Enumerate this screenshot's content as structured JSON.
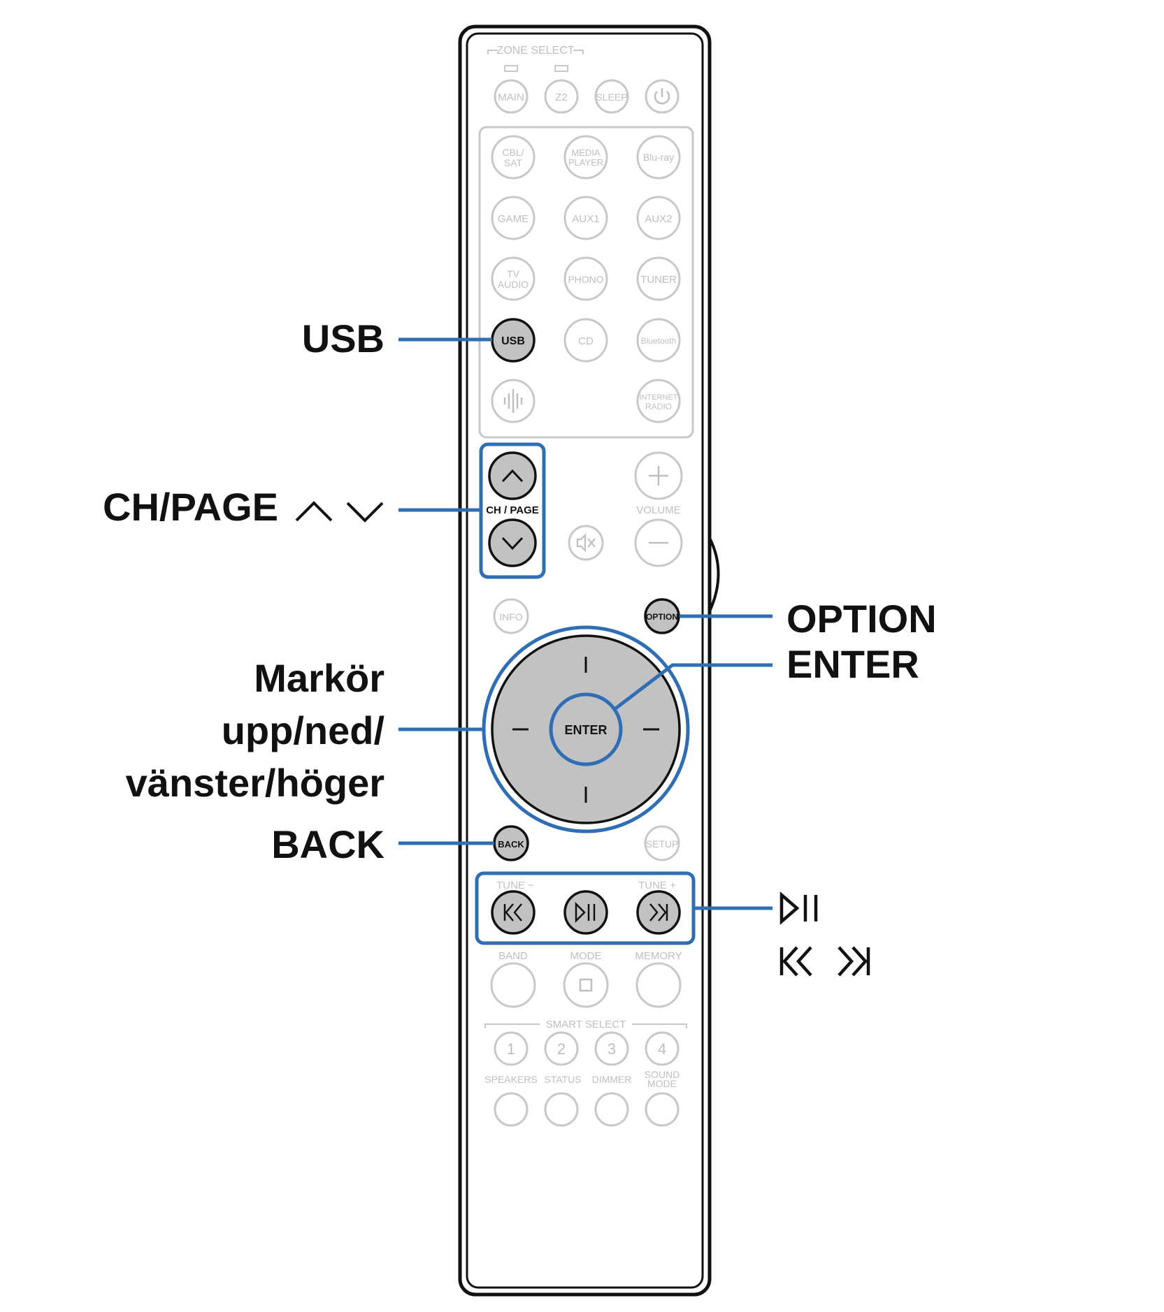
{
  "callouts": {
    "usb": "USB",
    "ch_page": "CH/PAGE",
    "option": "OPTION",
    "enter": "ENTER",
    "cursor_line1": "Markör",
    "cursor_line2": "upp/ned/",
    "cursor_line3": "vänster/höger",
    "back": "BACK"
  },
  "remote": {
    "zone_select": "ZONE SELECT",
    "top_row": [
      "MAIN",
      "Z2",
      "SLEEP"
    ],
    "power_icon": "power-icon",
    "source_rows": [
      [
        [
          "CBL/",
          "SAT"
        ],
        [
          "MEDIA",
          "PLAYER"
        ],
        [
          "Blu-ray"
        ]
      ],
      [
        [
          "GAME"
        ],
        [
          "AUX1"
        ],
        [
          "AUX2"
        ]
      ],
      [
        [
          "TV",
          "AUDIO"
        ],
        [
          "PHONO"
        ],
        [
          "TUNER"
        ]
      ],
      [
        [
          "USB"
        ],
        [
          "CD"
        ],
        [
          "Bluetooth"
        ]
      ],
      [
        [],
        [
          "INTERNET",
          "RADIO"
        ]
      ]
    ],
    "heos_icon": "heos-icon",
    "ch_page_label": "CH / PAGE",
    "volume_label": "VOLUME",
    "mute_icon": "mute-icon",
    "info": "INFO",
    "option": "OPTION",
    "enter": "ENTER",
    "back": "BACK",
    "setup": "SETUP",
    "tune_minus": "TUNE −",
    "tune_plus": "TUNE +",
    "band": "BAND",
    "mode": "MODE",
    "memory": "MEMORY",
    "smart_select": "SMART SELECT",
    "smart_numbers": [
      "1",
      "2",
      "3",
      "4"
    ],
    "bottom_labels": [
      "SPEAKERS",
      "STATUS",
      "DIMMER"
    ],
    "sound_mode": [
      "SOUND",
      "MODE"
    ]
  },
  "colors": {
    "highlight": "#2f6db5",
    "selected_button": "#c2c2c2",
    "inactive_button": "#c8c8c8"
  }
}
